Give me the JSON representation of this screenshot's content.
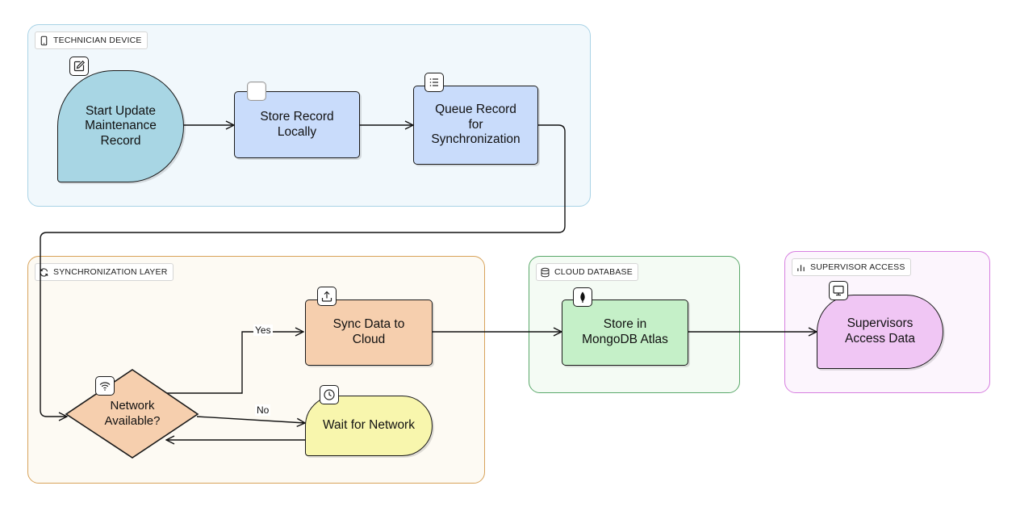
{
  "lanes": {
    "technician": {
      "label": "TECHNICIAN DEVICE",
      "icon": "phone-icon",
      "fill": "#f1f8fc",
      "stroke": "#a9d3e6"
    },
    "sync": {
      "label": "SYNCHRONIZATION LAYER",
      "icon": "refresh-icon",
      "fill": "#fdfaf3",
      "stroke": "#d8a35a"
    },
    "cloud": {
      "label": "CLOUD DATABASE",
      "icon": "database-icon",
      "fill": "#f4fbf4",
      "stroke": "#5aa86a"
    },
    "supervisor": {
      "label": "SUPERVISOR ACCESS",
      "icon": "bar-chart-icon",
      "fill": "#fcf5fd",
      "stroke": "#d77fe0"
    }
  },
  "nodes": {
    "start_update": {
      "text": "Start Update\nMaintenance\nRecord",
      "icon": "edit-icon",
      "fill": "#a8d6e4"
    },
    "store_locally": {
      "text": "Store Record\nLocally",
      "icon": "blank-icon",
      "fill": "#c9dcfb"
    },
    "queue_record": {
      "text": "Queue Record\nfor\nSynchronization",
      "icon": "list-icon",
      "fill": "#c9dcfb"
    },
    "network_available": {
      "text": "Network\nAvailable?",
      "icon": "wifi-icon",
      "fill": "#f6cfae"
    },
    "sync_data": {
      "text": "Sync Data to\nCloud",
      "icon": "upload-icon",
      "fill": "#f6cfae"
    },
    "wait_network": {
      "text": "Wait for Network",
      "icon": "clock-icon",
      "fill": "#f8f6ad"
    },
    "store_mongo": {
      "text": "Store in\nMongoDB Atlas",
      "icon": "mongodb-leaf-icon",
      "fill": "#c5f0c8"
    },
    "supervisors_access": {
      "text": "Supervisors\nAccess Data",
      "icon": "monitor-icon",
      "fill": "#f0c6f4"
    }
  },
  "edges": {
    "yes_label": "Yes",
    "no_label": "No"
  }
}
